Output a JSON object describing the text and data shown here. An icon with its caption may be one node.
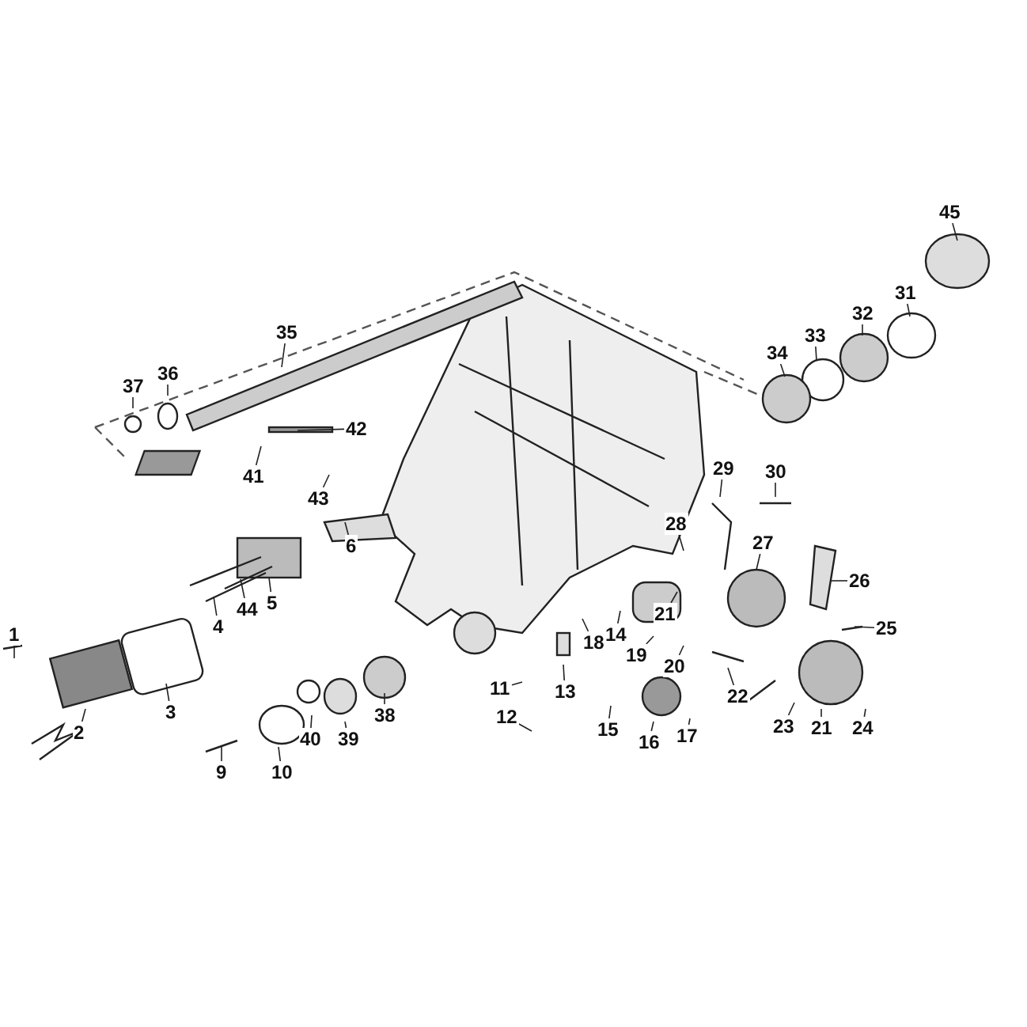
{
  "diagram": {
    "nodes": [
      {
        "text": [
          "45"
        ]
      },
      {
        "text": [
          "31"
        ]
      },
      {
        "text": [
          "32"
        ]
      },
      {
        "text": [
          "35"
        ]
      },
      {
        "text": [
          "33"
        ]
      },
      {
        "text": [
          "34"
        ]
      },
      {
        "text": [
          "36"
        ]
      },
      {
        "text": [
          "37"
        ]
      },
      {
        "text": [
          "42"
        ]
      },
      {
        "text": [
          "29"
        ]
      },
      {
        "text": [
          "30"
        ]
      },
      {
        "text": [
          "41"
        ]
      },
      {
        "text": [
          "43"
        ]
      },
      {
        "text": [
          "28"
        ]
      },
      {
        "text": [
          "27"
        ]
      },
      {
        "text": [
          "6"
        ]
      },
      {
        "text": [
          "26"
        ]
      },
      {
        "text": [
          "5"
        ]
      },
      {
        "text": [
          "44"
        ]
      },
      {
        "text": [
          "21"
        ]
      },
      {
        "text": [
          "4"
        ]
      },
      {
        "text": [
          "25"
        ]
      },
      {
        "text": [
          "1"
        ]
      },
      {
        "text": [
          "14"
        ]
      },
      {
        "text": [
          "18"
        ]
      },
      {
        "text": [
          "19"
        ]
      },
      {
        "text": [
          "20"
        ]
      },
      {
        "text": [
          "11"
        ]
      },
      {
        "text": [
          "13"
        ]
      },
      {
        "text": [
          "22"
        ]
      },
      {
        "text": [
          "3"
        ]
      },
      {
        "text": [
          "38"
        ]
      },
      {
        "text": [
          "12"
        ]
      },
      {
        "text": [
          "23"
        ]
      },
      {
        "text": [
          "21"
        ]
      },
      {
        "text": [
          "24"
        ]
      },
      {
        "text": [
          "15"
        ]
      },
      {
        "text": [
          "17"
        ]
      },
      {
        "text": [
          "2"
        ]
      },
      {
        "text": [
          "39"
        ]
      },
      {
        "text": [
          "40"
        ]
      },
      {
        "text": [
          "16"
        ]
      },
      {
        "text": [
          "9"
        ]
      },
      {
        "text": [
          "10"
        ]
      }
    ],
    "edges": [
      {
        "from": 0,
        "to": null,
        "arrow": "none"
      },
      {
        "from": 1,
        "to": null,
        "arrow": "none"
      },
      {
        "from": 2,
        "to": null,
        "arrow": "none"
      },
      {
        "from": 3,
        "to": null,
        "arrow": "none"
      },
      {
        "from": 4,
        "to": null,
        "arrow": "none"
      },
      {
        "from": 5,
        "to": null,
        "arrow": "none"
      },
      {
        "from": 6,
        "to": null,
        "arrow": "none"
      },
      {
        "from": 7,
        "to": null,
        "arrow": "none"
      },
      {
        "from": 8,
        "to": null,
        "arrow": "none"
      },
      {
        "from": 9,
        "to": null,
        "arrow": "none"
      },
      {
        "from": 10,
        "to": null,
        "arrow": "none"
      },
      {
        "from": 11,
        "to": null,
        "arrow": "none"
      },
      {
        "from": 12,
        "to": null,
        "arrow": "none"
      },
      {
        "from": 13,
        "to": null,
        "arrow": "none"
      },
      {
        "from": 14,
        "to": null,
        "arrow": "none"
      },
      {
        "from": 15,
        "to": null,
        "arrow": "none"
      },
      {
        "from": 16,
        "to": null,
        "arrow": "none"
      },
      {
        "from": 17,
        "to": null,
        "arrow": "none"
      },
      {
        "from": 18,
        "to": null,
        "arrow": "none"
      },
      {
        "from": 19,
        "to": null,
        "arrow": "none"
      },
      {
        "from": 20,
        "to": null,
        "arrow": "none"
      },
      {
        "from": 21,
        "to": null,
        "arrow": "none"
      },
      {
        "from": 22,
        "to": null,
        "arrow": "none"
      },
      {
        "from": 23,
        "to": null,
        "arrow": "none"
      },
      {
        "from": 24,
        "to": null,
        "arrow": "none"
      },
      {
        "from": 25,
        "to": null,
        "arrow": "none"
      },
      {
        "from": 26,
        "to": null,
        "arrow": "none"
      },
      {
        "from": 27,
        "to": null,
        "arrow": "none"
      },
      {
        "from": 28,
        "to": null,
        "arrow": "none"
      },
      {
        "from": 29,
        "to": null,
        "arrow": "none"
      },
      {
        "from": 30,
        "to": null,
        "arrow": "none"
      },
      {
        "from": 31,
        "to": null,
        "arrow": "none"
      },
      {
        "from": 32,
        "to": null,
        "arrow": "none"
      },
      {
        "from": 33,
        "to": null,
        "arrow": "none"
      },
      {
        "from": 34,
        "to": null,
        "arrow": "none"
      },
      {
        "from": 35,
        "to": null,
        "arrow": "none"
      },
      {
        "from": 36,
        "to": null,
        "arrow": "none"
      },
      {
        "from": 37,
        "to": null,
        "arrow": "none"
      },
      {
        "from": 38,
        "to": null,
        "arrow": "none"
      },
      {
        "from": 39,
        "to": null,
        "arrow": "none"
      },
      {
        "from": 40,
        "to": null,
        "arrow": "none"
      },
      {
        "from": 41,
        "to": null,
        "arrow": "none"
      },
      {
        "from": 42,
        "to": null,
        "arrow": "none"
      },
      {
        "from": 43,
        "to": null,
        "arrow": "none"
      }
    ]
  }
}
